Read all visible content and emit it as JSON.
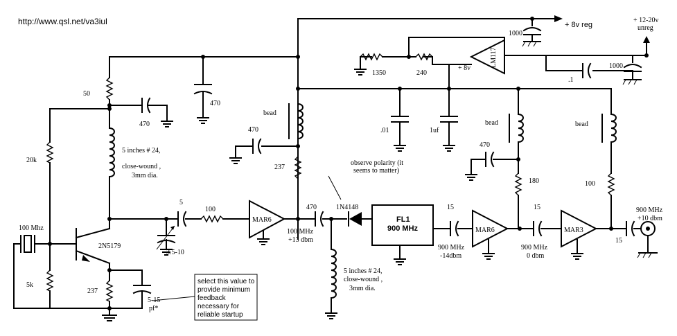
{
  "header": {
    "url": "http://www.qsl.net/va3iul"
  },
  "supply": {
    "out_8v_reg": "+ 8v reg",
    "in_line1": "+ 12-20v",
    "in_line2": "unreg",
    "regulator": "LM117",
    "reg_out": "+ 8v",
    "c_1000_top": "1000",
    "c_1000_right": "1000",
    "c_01uf": ".1",
    "r_1350": "1350",
    "r_240": "240",
    "c_01": ".01",
    "c_1uf": "1uf"
  },
  "oscillator": {
    "r_50": "50",
    "c_470_a": "470",
    "c_470_b": "470",
    "r_20k": "20k",
    "coil_line1": "5 inches # 24,",
    "coil_line2": "close-wound ,",
    "coil_line3": "3mm dia.",
    "crystal": "100 Mhz",
    "transistor": "2N5179",
    "r_5k": "5k",
    "r_237": "237",
    "c_trim_line1": "5-15",
    "c_trim_line2": "pf*",
    "c_5": "5",
    "r_100": "100",
    "c_var": "3.5-10",
    "note_line1": "select this value to",
    "note_line2": "provide minimum",
    "note_line3": "feedback",
    "note_line4": "necessary for",
    "note_line5": "reliable startup"
  },
  "amp1": {
    "bead": "bead",
    "c_470": "470",
    "r_237": "237",
    "ic": "MAR6",
    "out_line1": "100 MHz",
    "out_line2": "+13 dbm"
  },
  "doubler": {
    "c_470": "470",
    "diode": "1N4148",
    "polarity_line1": "observe polarity (it",
    "polarity_line2": "seems to matter)",
    "coil_line1": "5 inches # 24,",
    "coil_line2": "close-wound ,",
    "coil_line3": "3mm dia."
  },
  "filter": {
    "name": "FL1",
    "freq": "900 MHz"
  },
  "amp2": {
    "c_15": "15",
    "in_line1": "900 MHz",
    "in_line2": "-14dbm",
    "ic": "MAR6",
    "bead": "bead",
    "c_470": "470",
    "r_180": "180"
  },
  "amp3": {
    "c_15_in": "15",
    "in_line1": "900 MHz",
    "in_line2": "0 dbm",
    "ic": "MAR3",
    "bead": "bead",
    "r_100": "100",
    "c_15_out": "15",
    "out_line1": "900 MHz",
    "out_line2": "+10 dbm"
  }
}
